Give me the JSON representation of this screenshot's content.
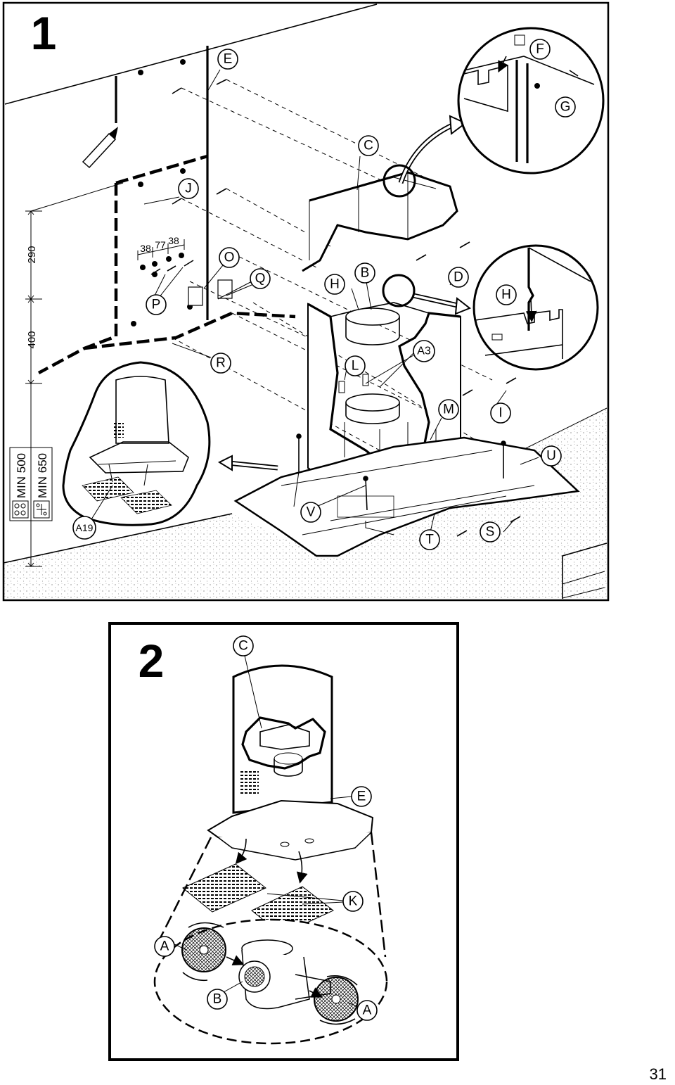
{
  "figure1": {
    "number": "1",
    "labels": [
      "E",
      "F",
      "G",
      "C",
      "J",
      "O",
      "Q",
      "H",
      "B",
      "D",
      "P",
      "R",
      "L",
      "A3",
      "M",
      "I",
      "U",
      "V",
      "T",
      "S",
      "A19"
    ],
    "dims": [
      "38",
      "77",
      "38"
    ],
    "vertical_dims": [
      "290",
      "400"
    ],
    "min_labels": [
      "MIN 500",
      "MIN 650"
    ]
  },
  "figure2": {
    "number": "2",
    "labels": [
      "C",
      "E",
      "K",
      "A",
      "B",
      "A"
    ]
  },
  "page_number": "31"
}
